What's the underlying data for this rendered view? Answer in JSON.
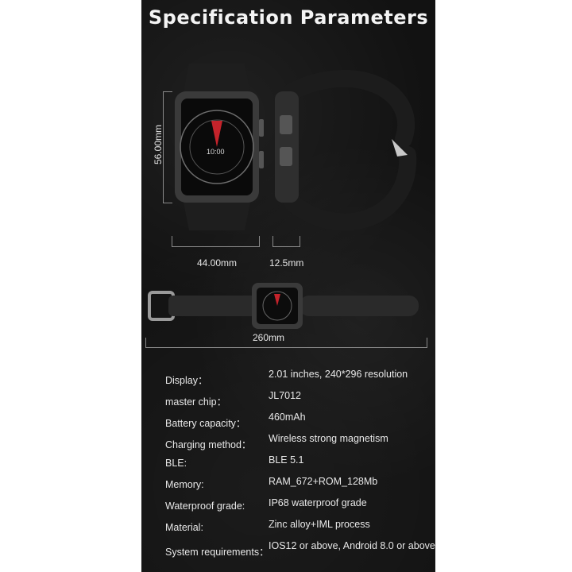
{
  "title": "Specification Parameters",
  "dimensions": {
    "height": "56.00mm",
    "width": "44.00mm",
    "thickness": "12.5mm",
    "length": "260mm"
  },
  "watch_face": {
    "time": "10:00"
  },
  "specs": [
    {
      "label": "Display：",
      "value": "2.01 inches, 240*296 resolution"
    },
    {
      "label": "master chip：",
      "value": "JL7012"
    },
    {
      "label": "Battery capacity：",
      "value": "460mAh"
    },
    {
      "label": "Charging method：",
      "value": "Wireless strong magnetism"
    },
    {
      "label": "BLE:",
      "value": "BLE 5.1"
    },
    {
      "label": "Memory:",
      "value": "RAM_672+ROM_128Mb"
    },
    {
      "label": "Waterproof grade:",
      "value": "IP68 waterproof grade"
    },
    {
      "label": "Material:",
      "value": "Zinc alloy+IML process"
    },
    {
      "label": "System requirements：",
      "value": "IOS12 or above, Android 8.0 or above"
    }
  ]
}
